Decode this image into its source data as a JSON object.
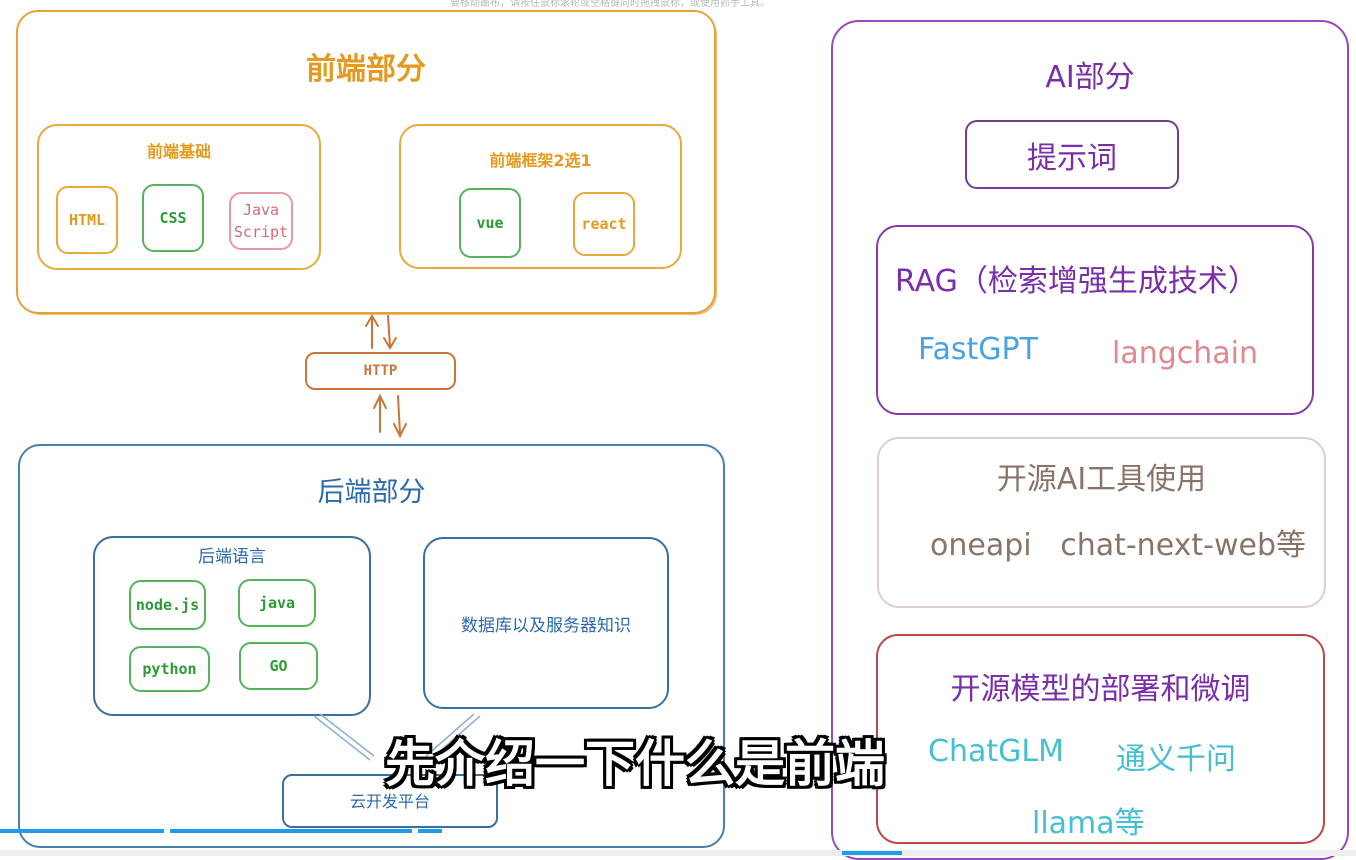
{
  "hint": "要移动画布，请按住鼠标滚轮或空格键同时拖拽鼠标，或使用抓手工具。",
  "frontend": {
    "title": "前端部分",
    "basics": {
      "title": "前端基础",
      "items": [
        "HTML",
        "CSS",
        "Java Script"
      ]
    },
    "frameworks": {
      "title": "前端框架2选1",
      "items": [
        "vue",
        "react"
      ]
    }
  },
  "http": "HTTP",
  "backend": {
    "title": "后端部分",
    "languages": {
      "title": "后端语言",
      "items": [
        "node.js",
        "java",
        "python",
        "GO"
      ]
    },
    "database": "数据库以及服务器知识",
    "cloud": "云开发平台"
  },
  "ai": {
    "title": "AI部分",
    "prompt": "提示词",
    "rag": {
      "title": "RAG（检索增强生成技术）",
      "items": [
        "FastGPT",
        "langchain"
      ]
    },
    "open_tools": {
      "title": "开源AI工具使用",
      "items": "oneapi   chat-next-web等"
    },
    "open_models": {
      "title": "开源模型的部署和微调",
      "items": [
        "ChatGLM",
        "通义千问",
        "llama等"
      ]
    }
  },
  "subtitle": "先介绍一下什么是前端"
}
